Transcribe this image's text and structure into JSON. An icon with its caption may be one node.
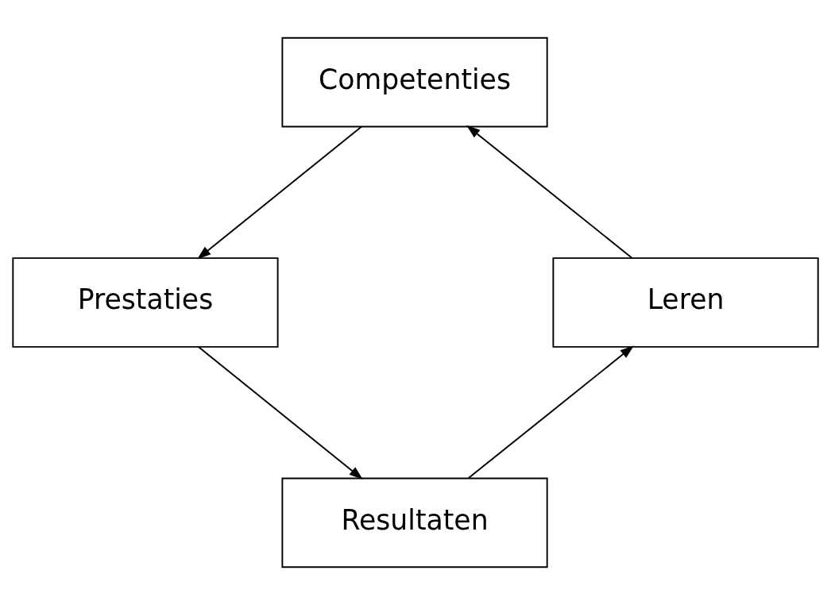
{
  "diagram": {
    "nodes": [
      {
        "text": [
          "Competenties"
        ]
      },
      {
        "text": [
          "Prestaties"
        ]
      },
      {
        "text": [
          "Resultaten"
        ]
      },
      {
        "text": [
          "Leren"
        ]
      }
    ],
    "edges": [
      {
        "from": 0,
        "to": 1,
        "arrow": "to"
      },
      {
        "from": 1,
        "to": 2,
        "arrow": "to"
      },
      {
        "from": 2,
        "to": 3,
        "arrow": "to"
      },
      {
        "from": 3,
        "to": 0,
        "arrow": "to"
      }
    ]
  }
}
